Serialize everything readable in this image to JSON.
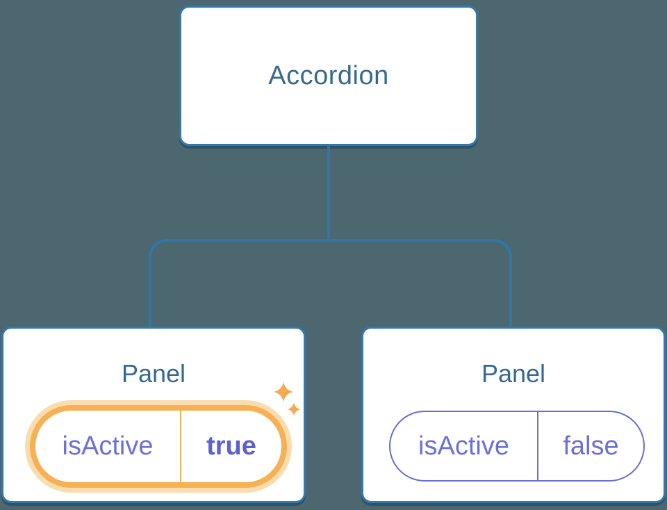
{
  "diagram": {
    "root": {
      "label": "Accordion"
    },
    "panels": [
      {
        "label": "Panel",
        "prop_name": "isActive",
        "prop_value": "true",
        "state": "active",
        "decoration": "sparkles"
      },
      {
        "label": "Panel",
        "prop_name": "isActive",
        "prop_value": "false",
        "state": "inactive",
        "decoration": "none"
      }
    ]
  },
  "colors": {
    "background": "#4c6770",
    "node_background": "#ffffff",
    "node_border": "#3379ab",
    "node_text": "#35698f",
    "connector": "#2e77a8",
    "prop_text": "#6b70d8",
    "prop_value_active": "#5b61d3",
    "highlight_ring": "#f7b155",
    "highlight_glow": "#fbdcae",
    "sparkle": "#f4aa50"
  }
}
